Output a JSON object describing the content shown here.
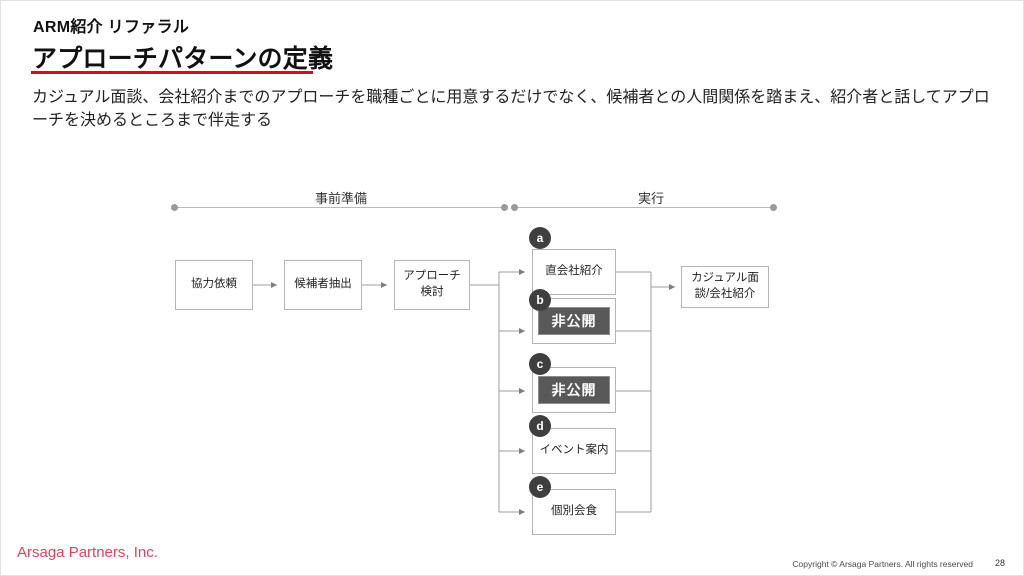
{
  "slide": {
    "eyebrow": "ARM紹介 リファラル",
    "title": "アプローチパターンの定義",
    "lede": "カジュアル面談、会社紹介までのアプローチを職種ごとに用意するだけでなく、候補者との人間関係を踏まえ、紹介者と話してアプローチを決めるところまで伴走する",
    "accent_color": "#c8102e"
  },
  "timeline": {
    "phases": [
      {
        "label": "事前準備"
      },
      {
        "label": "実行"
      }
    ]
  },
  "flow": {
    "prep_steps": [
      {
        "label": "協力依頼"
      },
      {
        "label": "候補者抽出"
      },
      {
        "label": "アプローチ検討"
      }
    ],
    "branches": [
      {
        "badge": "a",
        "label": "直会社紹介",
        "redacted": false
      },
      {
        "badge": "b",
        "label": "非公開",
        "redacted": true
      },
      {
        "badge": "c",
        "label": "非公開",
        "redacted": true
      },
      {
        "badge": "d",
        "label": "イベント案内",
        "redacted": false
      },
      {
        "badge": "e",
        "label": "個別会食",
        "redacted": false
      }
    ],
    "outcome": {
      "label": "カジュアル面談/会社紹介"
    }
  },
  "footer": {
    "brand": "Arsaga Partners, Inc.",
    "copyright": "Copyright © Arsaga Partners. All rights reserved",
    "page_number": "28"
  }
}
